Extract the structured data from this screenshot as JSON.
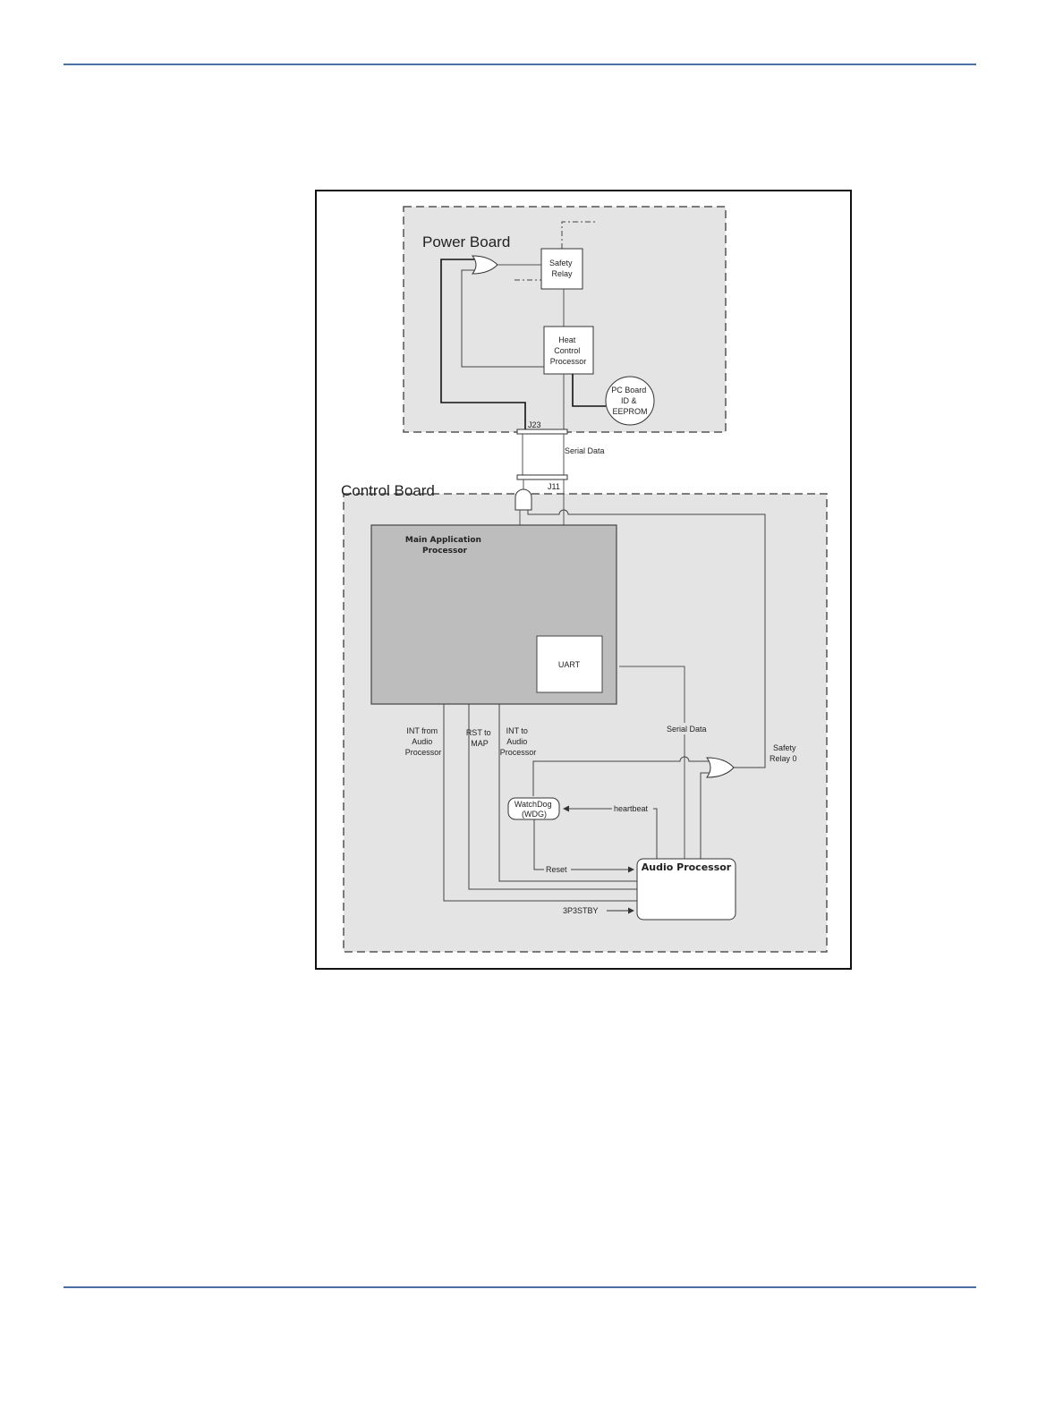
{
  "power_board": {
    "title": "Power Board",
    "safety_relay": [
      "Safety",
      "Relay"
    ],
    "heat_control": [
      "Heat",
      "Control",
      "Processor"
    ],
    "pc_board": [
      "PC Board",
      "ID &",
      "EEPROM"
    ]
  },
  "connectors": {
    "j23": "J23",
    "j11": "J11",
    "serial_data": "Serial Data"
  },
  "control_board": {
    "title": "Control Board",
    "main_processor": [
      "Main Application",
      "Processor"
    ],
    "uart": "UART",
    "int_from_audio": [
      "INT from",
      "Audio",
      "Processor"
    ],
    "rst_to_map": [
      "RST to",
      "MAP"
    ],
    "int_to_audio": [
      "INT to",
      "Audio",
      "Processor"
    ],
    "serial_data": "Serial Data",
    "safety_relay_0": [
      "Safety",
      "Relay 0"
    ],
    "watchdog": [
      "WatchDog",
      "(WDG)"
    ],
    "heartbeat": "heartbeat",
    "reset": "Reset",
    "audio_processor": "Audio Processor",
    "supply": "3P3STBY"
  }
}
